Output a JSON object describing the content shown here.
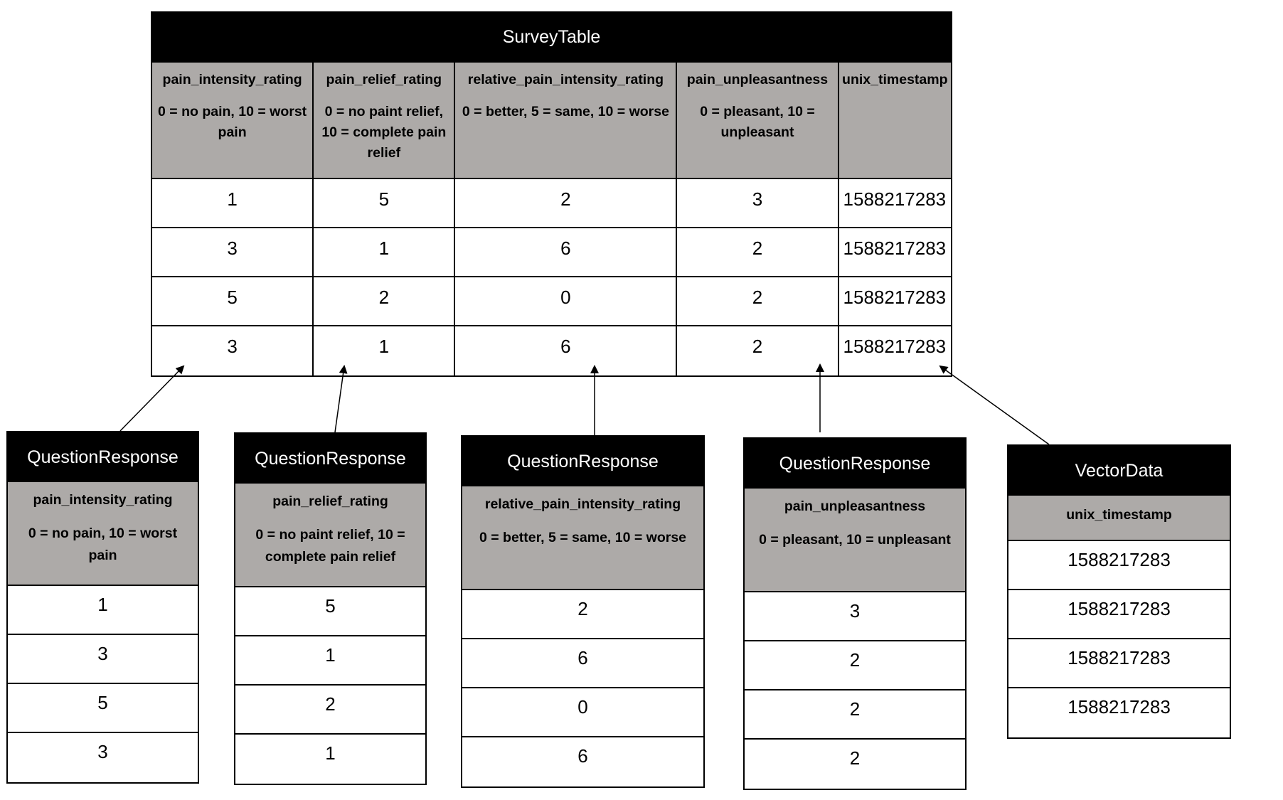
{
  "survey_table": {
    "title": "SurveyTable",
    "columns": [
      {
        "name": "pain_intensity_rating",
        "desc": "0 = no pain, 10 = worst pain"
      },
      {
        "name": "pain_relief_rating",
        "desc": "0 = no paint relief, 10 = complete pain relief"
      },
      {
        "name": "relative_pain_intensity_rating",
        "desc": "0 = better, 5 = same, 10 = worse"
      },
      {
        "name": "pain_unpleasantness",
        "desc": "0 = pleasant, 10 = unpleasant"
      },
      {
        "name": "unix_timestamp",
        "desc": ""
      }
    ],
    "rows": [
      [
        "1",
        "5",
        "2",
        "3",
        "1588217283"
      ],
      [
        "3",
        "1",
        "6",
        "2",
        "1588217283"
      ],
      [
        "5",
        "2",
        "0",
        "2",
        "1588217283"
      ],
      [
        "3",
        "1",
        "6",
        "2",
        "1588217283"
      ]
    ]
  },
  "source_tables": [
    {
      "title": "QuestionResponse",
      "field": "pain_intensity_rating",
      "desc": "0 = no pain, 10 = worst pain",
      "values": [
        "1",
        "3",
        "5",
        "3"
      ]
    },
    {
      "title": "QuestionResponse",
      "field": "pain_relief_rating",
      "desc": "0 = no paint relief, 10 = complete pain relief",
      "values": [
        "5",
        "1",
        "2",
        "1"
      ]
    },
    {
      "title": "QuestionResponse",
      "field": "relative_pain_intensity_rating",
      "desc": "0 = better, 5 = same, 10 = worse",
      "values": [
        "2",
        "6",
        "0",
        "6"
      ]
    },
    {
      "title": "QuestionResponse",
      "field": "pain_unpleasantness",
      "desc": "0 = pleasant, 10 = unpleasant",
      "values": [
        "3",
        "2",
        "2",
        "2"
      ]
    },
    {
      "title": "VectorData",
      "field": "unix_timestamp",
      "desc": "",
      "values": [
        "1588217283",
        "1588217283",
        "1588217283",
        "1588217283"
      ]
    }
  ],
  "colors": {
    "title_bar": "#000000",
    "header_fill": "#adaaa8",
    "cell_fill": "#ffffff",
    "border": "#000000"
  }
}
